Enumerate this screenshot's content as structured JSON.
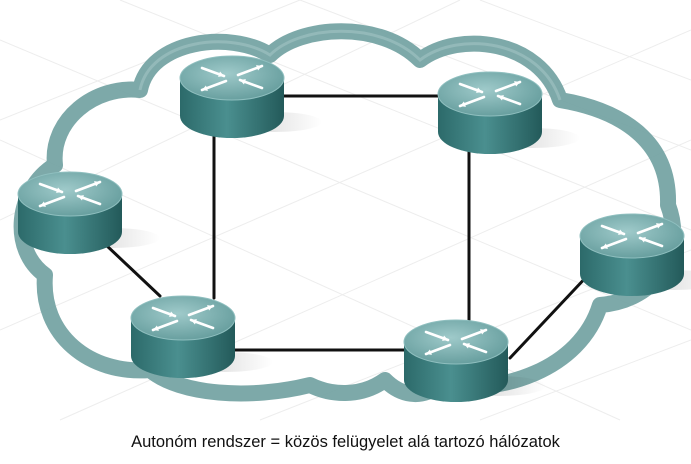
{
  "diagram": {
    "caption": "Autonóm rendszer = közös felügyelet alá tartozó hálózatok",
    "elements": {
      "cloud": {
        "label": "autonomous-system-cloud",
        "color": "#6e9e9e"
      },
      "routers": [
        {
          "id": "router-top-left",
          "icon": "router-icon"
        },
        {
          "id": "router-top-right",
          "icon": "router-icon"
        },
        {
          "id": "router-left",
          "icon": "router-icon"
        },
        {
          "id": "router-bottom-left",
          "icon": "router-icon"
        },
        {
          "id": "router-bottom-right",
          "icon": "router-icon"
        },
        {
          "id": "router-right",
          "icon": "router-icon"
        }
      ],
      "links": [
        [
          "router-top-left",
          "router-top-right"
        ],
        [
          "router-top-left",
          "router-bottom-left"
        ],
        [
          "router-top-right",
          "router-bottom-right"
        ],
        [
          "router-bottom-left",
          "router-bottom-right"
        ],
        [
          "router-left",
          "router-bottom-left"
        ],
        [
          "router-bottom-right",
          "router-right"
        ]
      ]
    },
    "colors": {
      "router_top": "#6ea5a5",
      "router_side": "#2f7474",
      "link": "#111111",
      "grid": "#ececec"
    }
  }
}
